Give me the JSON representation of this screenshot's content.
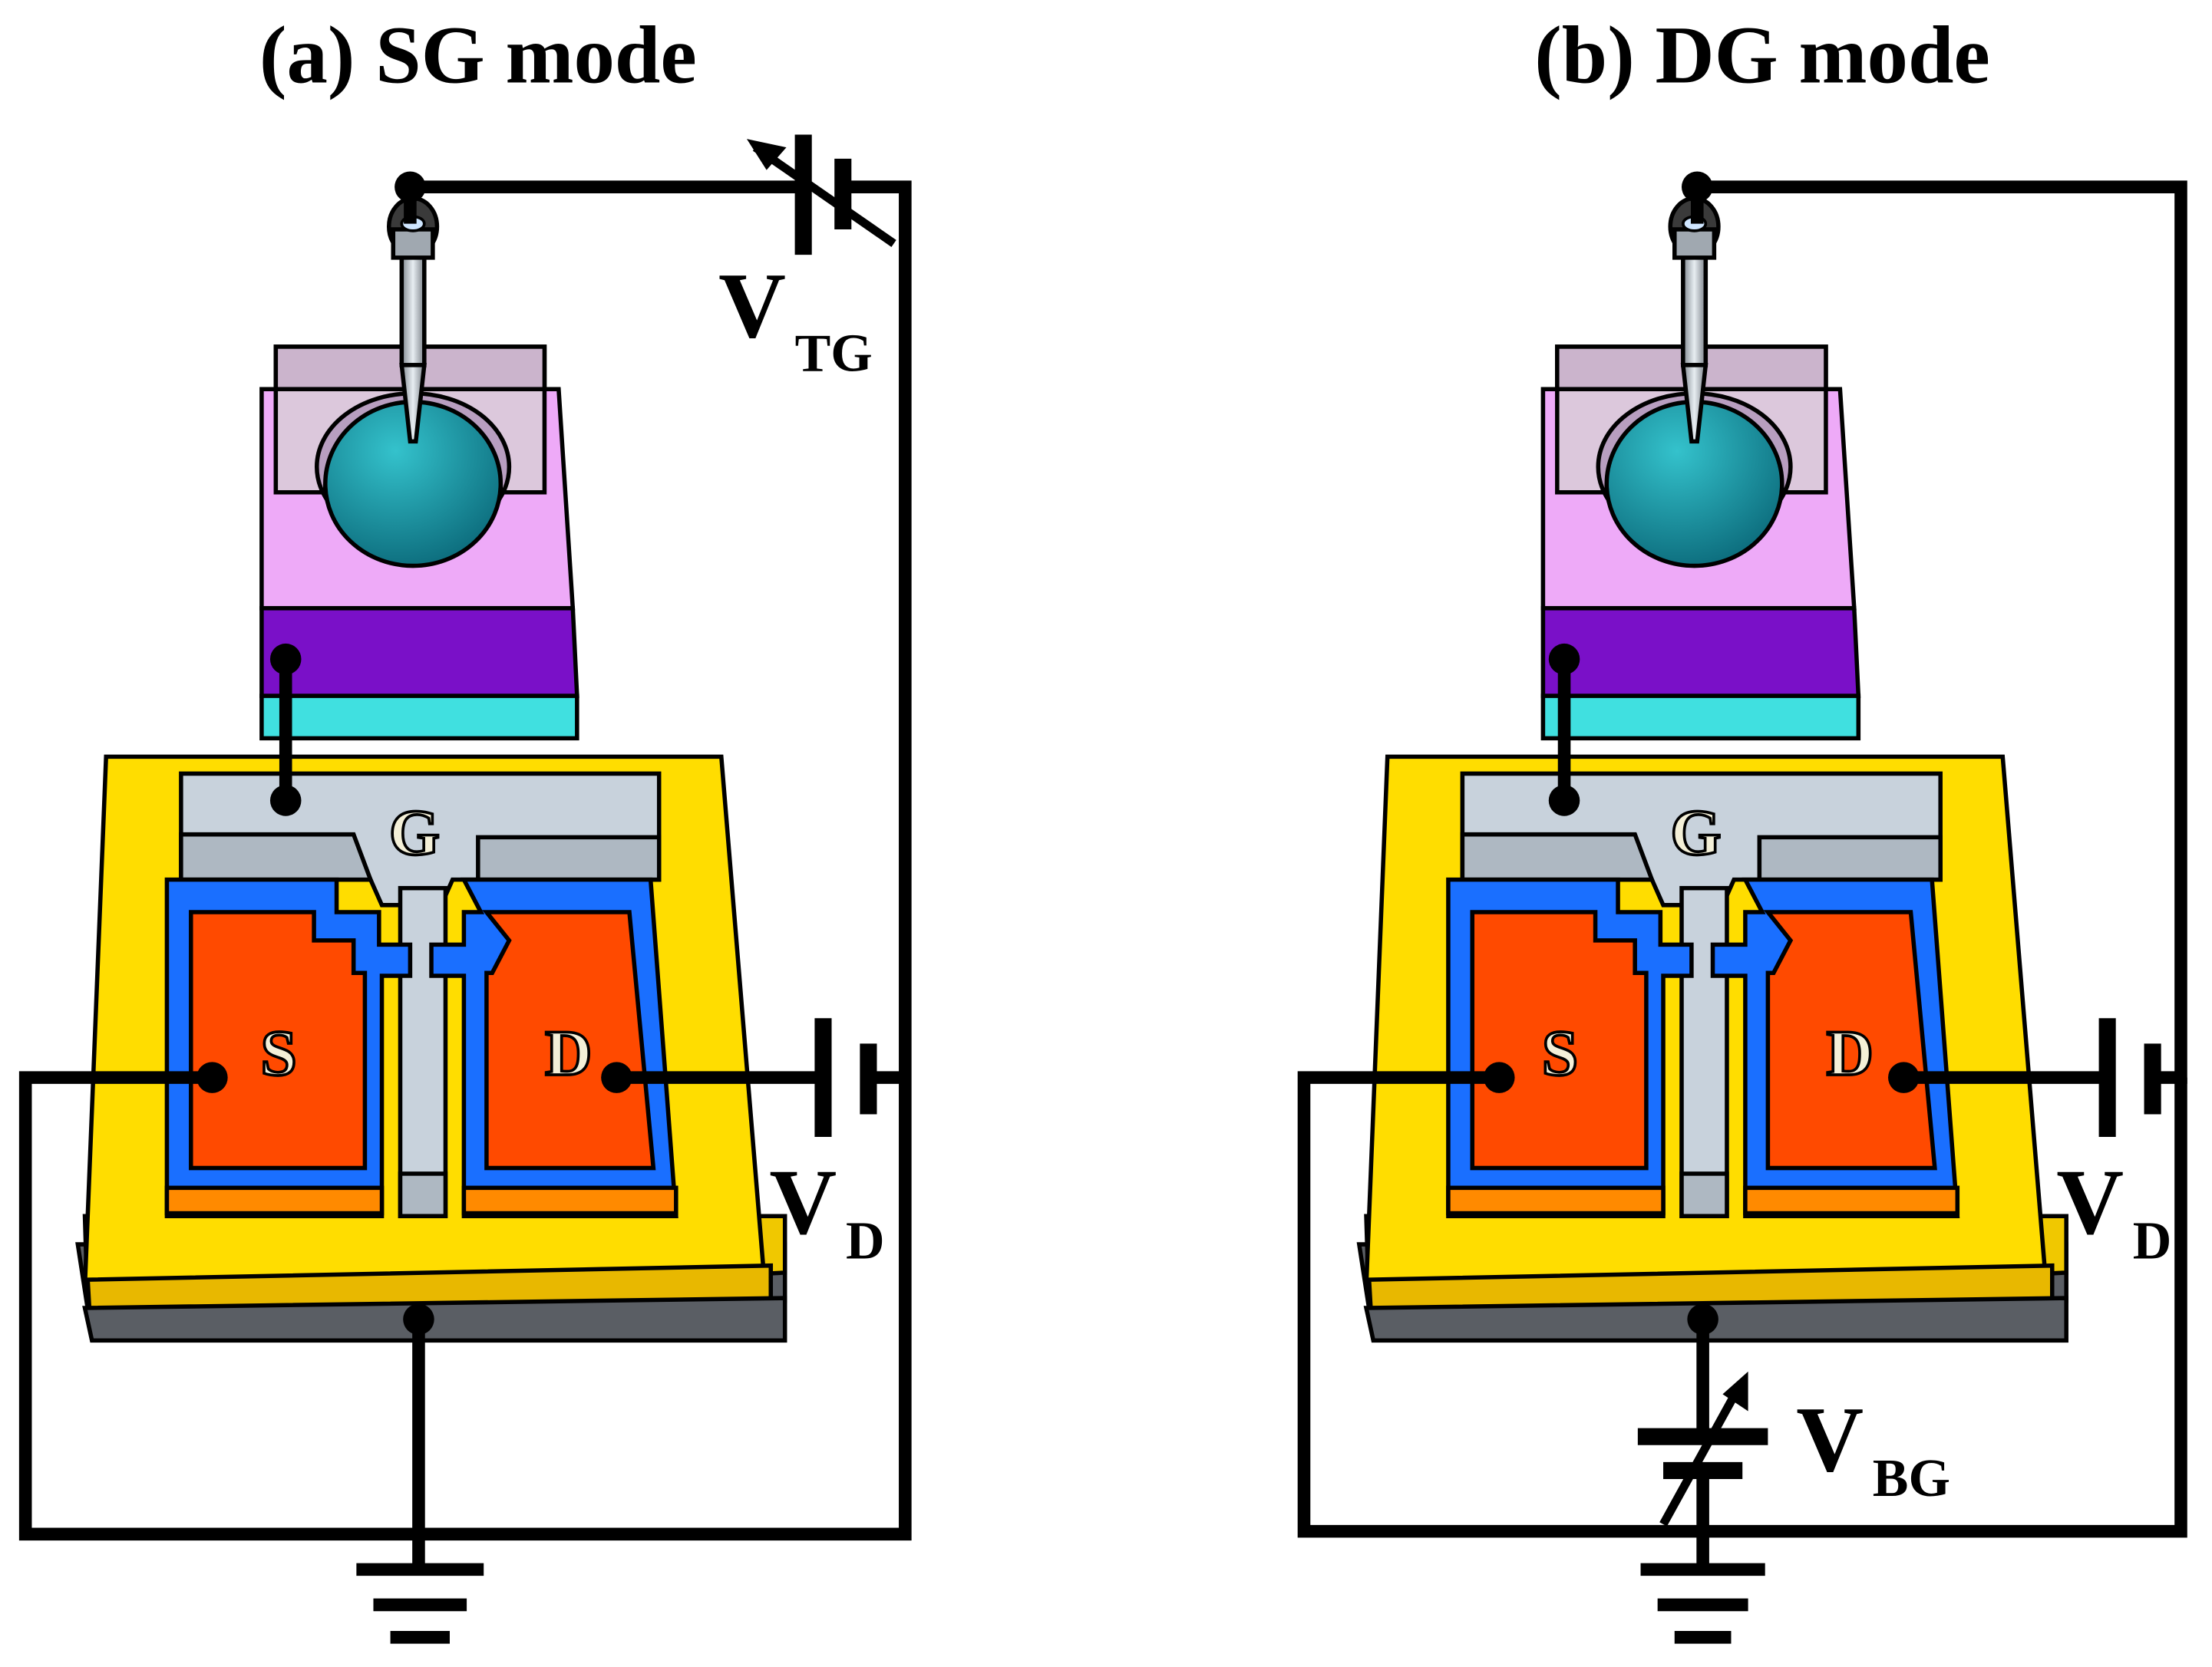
{
  "panels": [
    {
      "title": "(a) SG mode",
      "gate_label": "G",
      "source_label": "S",
      "drain_label": "D",
      "sources": [
        {
          "main": "V",
          "sub": "TG"
        },
        {
          "main": "V",
          "sub": "D"
        }
      ]
    },
    {
      "title": "(b) DG mode",
      "gate_label": "G",
      "source_label": "S",
      "drain_label": "D",
      "sources": [
        {
          "main": "V",
          "sub": "D"
        },
        {
          "main": "V",
          "sub": "BG"
        }
      ]
    }
  ],
  "colors": {
    "substrate_top": "#ffdd00",
    "substrate_side": "#f0c800",
    "substrate_bottom": "#5a5e64",
    "gate_pad": "#c8d2dc",
    "electrode_fill": "#ff4a00",
    "electrode_border": "#1a6fff",
    "membrane_lilac": "#eeaaf8",
    "membrane_purple": "#7a10c8",
    "membrane_cyan": "#40e0e0",
    "holder": "#dcc8dc",
    "droplet": "#1a9aa8",
    "wire": "#000000"
  },
  "icons": [
    "probe-needle-icon",
    "ground-icon",
    "battery-icon",
    "variable-battery-icon",
    "droplet-icon"
  ]
}
